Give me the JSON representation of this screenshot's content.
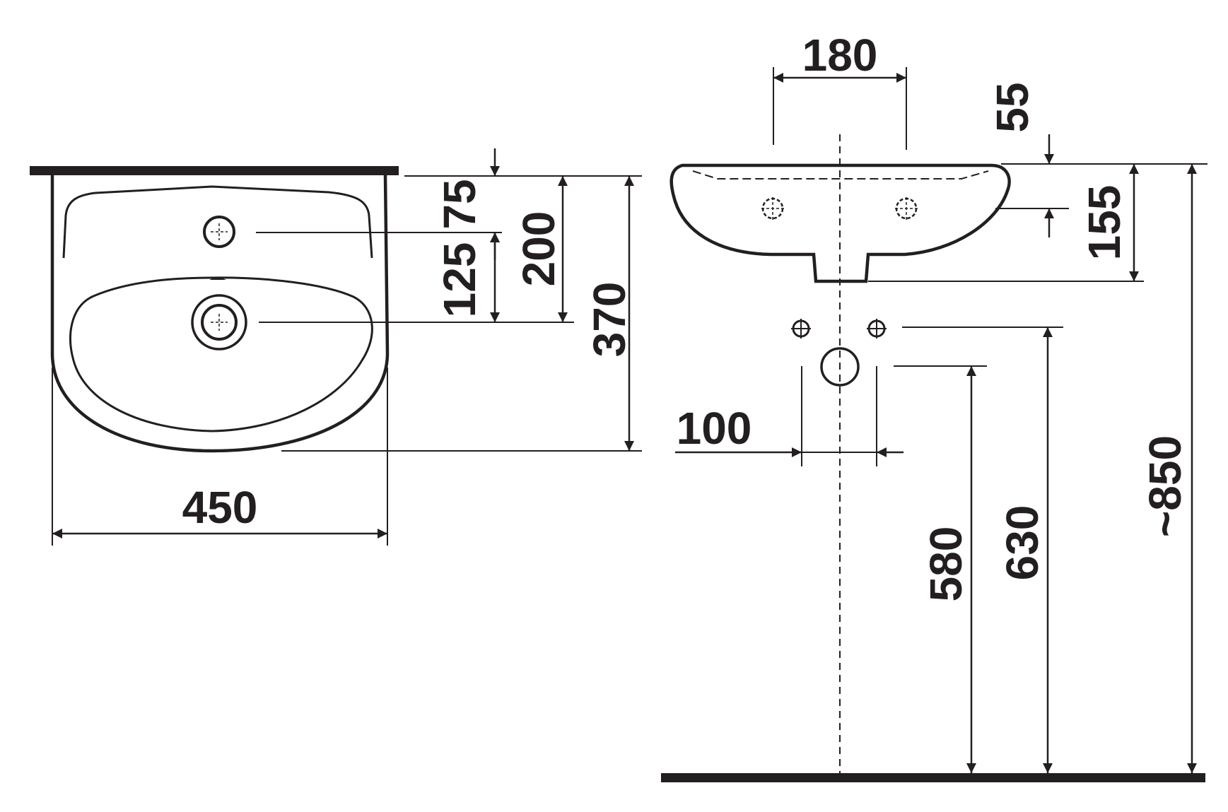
{
  "drawing": {
    "ink_color": "#231f20",
    "background_color": "#ffffff",
    "top_view": {
      "dimensions": {
        "width": "450",
        "depth": "370",
        "tap_hole_offset": "75",
        "tap_to_drain": "125",
        "wall_to_drain": "200"
      }
    },
    "side_view": {
      "dimensions": {
        "outlet_width": "180",
        "rim_thickness": "55",
        "basin_height": "155",
        "fixing_spacing": "100",
        "waste_height": "580",
        "fixing_height": "630",
        "rim_height": "~850"
      }
    }
  }
}
